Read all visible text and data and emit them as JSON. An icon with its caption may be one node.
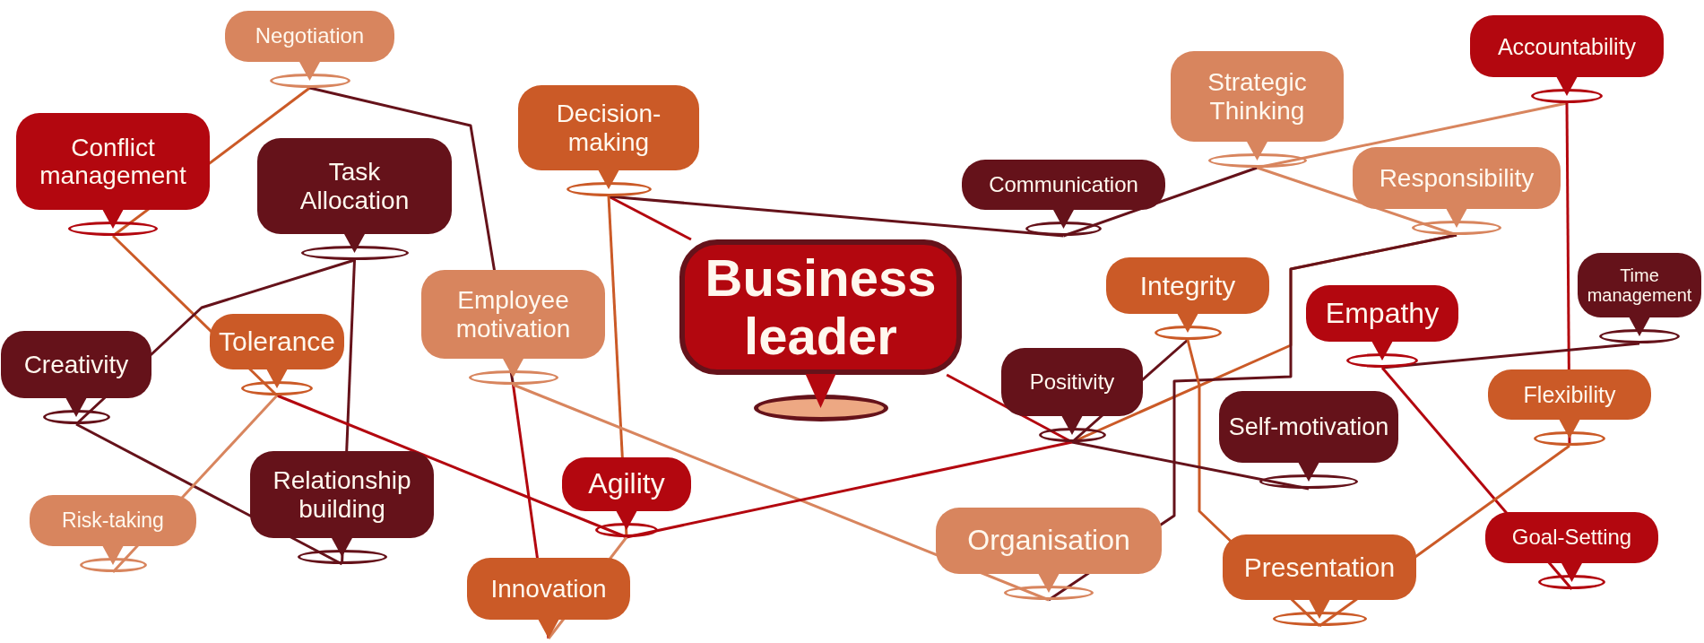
{
  "diagram": {
    "nodes": [
      {
        "text": [
          "Business leader"
        ]
      },
      {
        "text": [
          "Negotiation"
        ]
      },
      {
        "text": [
          "Conflict management"
        ]
      },
      {
        "text": [
          "Task Allocation"
        ]
      },
      {
        "text": [
          "Decision-making"
        ]
      },
      {
        "text": [
          "Communication"
        ]
      },
      {
        "text": [
          "Strategic Thinking"
        ]
      },
      {
        "text": [
          "Accountability"
        ]
      },
      {
        "text": [
          "Responsibility"
        ]
      },
      {
        "text": [
          "Creativity"
        ]
      },
      {
        "text": [
          "Tolerance"
        ]
      },
      {
        "text": [
          "Employee motivation"
        ]
      },
      {
        "text": [
          "Integrity"
        ]
      },
      {
        "text": [
          "Empathy"
        ]
      },
      {
        "text": [
          "Time management"
        ]
      },
      {
        "text": [
          "Positivity"
        ]
      },
      {
        "text": [
          "Flexibility"
        ]
      },
      {
        "text": [
          "Self-motivation"
        ]
      },
      {
        "text": [
          "Agility"
        ]
      },
      {
        "text": [
          "Risk-taking"
        ]
      },
      {
        "text": [
          "Relationship building"
        ]
      },
      {
        "text": [
          "Organisation"
        ]
      },
      {
        "text": [
          "Presentation"
        ]
      },
      {
        "text": [
          "Goal-Setting"
        ]
      },
      {
        "text": [
          "Innovation"
        ]
      }
    ],
    "edges": [
      {
        "from": 1,
        "to": 2,
        "arrow": "none",
        "color": "#cb5a27"
      },
      {
        "from": 1,
        "to": 11,
        "arrow": "none"
      },
      {
        "from": 2,
        "to": 10,
        "arrow": "none",
        "color": "#cb5a27"
      },
      {
        "from": 3,
        "to": 9,
        "arrow": "none"
      },
      {
        "from": 3,
        "to": 20,
        "arrow": "none"
      },
      {
        "from": 4,
        "to": 0,
        "arrow": "none",
        "color": "#b3070f"
      },
      {
        "from": 4,
        "to": 5,
        "arrow": "none"
      },
      {
        "from": 4,
        "to": 18,
        "arrow": "none",
        "color": "#cb5a27"
      },
      {
        "from": 5,
        "to": 6,
        "arrow": "none"
      },
      {
        "from": 6,
        "to": 7,
        "arrow": "none",
        "color": "#d8855e"
      },
      {
        "from": 6,
        "to": 8,
        "arrow": "none",
        "color": "#d8855e"
      },
      {
        "from": 8,
        "to": 15,
        "arrow": "none",
        "color": "#cb5a27"
      },
      {
        "from": 8,
        "to": 21,
        "arrow": "none"
      },
      {
        "from": 7,
        "to": 16,
        "arrow": "none",
        "color": "#b3070f"
      },
      {
        "from": 9,
        "to": 20,
        "arrow": "none"
      },
      {
        "from": 10,
        "to": 18,
        "arrow": "none",
        "color": "#b3070f"
      },
      {
        "from": 10,
        "to": 19,
        "arrow": "none",
        "color": "#d8855e"
      },
      {
        "from": 11,
        "to": 24,
        "arrow": "none",
        "color": "#b3070f"
      },
      {
        "from": 11,
        "to": 21,
        "arrow": "none",
        "color": "#d8855e"
      },
      {
        "from": 12,
        "to": 15,
        "arrow": "none"
      },
      {
        "from": 12,
        "to": 22,
        "arrow": "none",
        "color": "#cb5a27"
      },
      {
        "from": 0,
        "to": 15,
        "arrow": "none",
        "color": "#b3070f"
      },
      {
        "from": 15,
        "to": 18,
        "arrow": "none",
        "color": "#b3070f"
      },
      {
        "from": 15,
        "to": 17,
        "arrow": "none"
      },
      {
        "from": 13,
        "to": 14,
        "arrow": "none"
      },
      {
        "from": 13,
        "to": 23,
        "arrow": "none",
        "color": "#b3070f"
      },
      {
        "from": 16,
        "to": 22,
        "arrow": "none",
        "color": "#cb5a27"
      },
      {
        "from": 18,
        "to": 24,
        "arrow": "none",
        "color": "#d8855e"
      }
    ]
  }
}
